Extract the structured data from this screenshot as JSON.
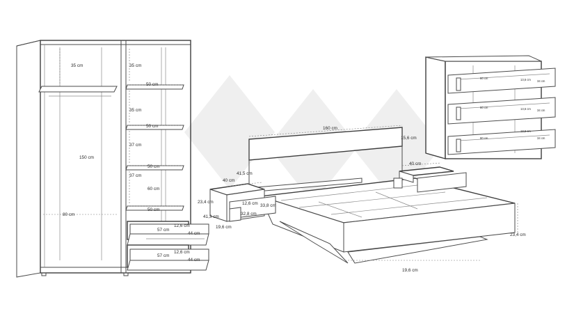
{
  "wardrobe": {
    "labels": [
      "35 cm",
      "35 cm",
      "50 cm",
      "35 cm",
      "50 cm",
      "37 cm",
      "150 cm",
      "50 cm",
      "37 cm",
      "60 cm",
      "50 cm",
      "80 cm"
    ],
    "drawer_labels": [
      "57 cm",
      "12,6 cm",
      "44 cm",
      "57 cm",
      "12,6 cm",
      "44 cm"
    ]
  },
  "bed": {
    "labels": [
      "160 cm",
      "15,6 cm",
      "41,5 cm",
      "40 cm",
      "40 cm",
      "23,4 cm",
      "12,6 cm",
      "33,8 cm",
      "41,3 cm",
      "32,8 cm",
      "19,6 cm",
      "23,4 cm",
      "19,6 cm"
    ]
  },
  "dresser": {
    "labels": [
      "80 cm",
      "13,6 cm",
      "34 cm",
      "80 cm",
      "13,6 cm",
      "34 cm",
      "80 cm",
      "13,6 cm",
      "34 cm"
    ]
  }
}
